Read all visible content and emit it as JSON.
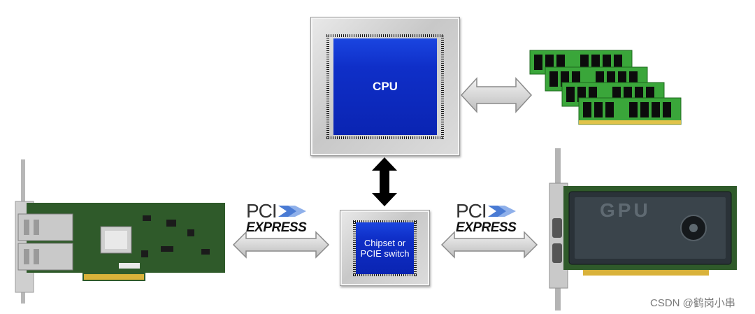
{
  "cpu": {
    "label": "CPU"
  },
  "chipset": {
    "label_line1": "Chipset or",
    "label_line2": "PCIE switch"
  },
  "pcie_logo_left": {
    "top": "PCI",
    "bottom": "EXPRESS"
  },
  "pcie_logo_right": {
    "top": "PCI",
    "bottom": "EXPRESS"
  },
  "gpu_card": {
    "label": "GPU"
  },
  "watermark": "CSDN @鹤岗小串",
  "colors": {
    "die_blue": "#0f2fc8",
    "ram_green": "#3aa63a",
    "pcb_green": "#2f5a2a",
    "gpu_dark": "#2a3238"
  },
  "icons": [
    "ram-modules-icon",
    "network-card-icon",
    "gpu-card-icon",
    "double-arrow-icon"
  ]
}
